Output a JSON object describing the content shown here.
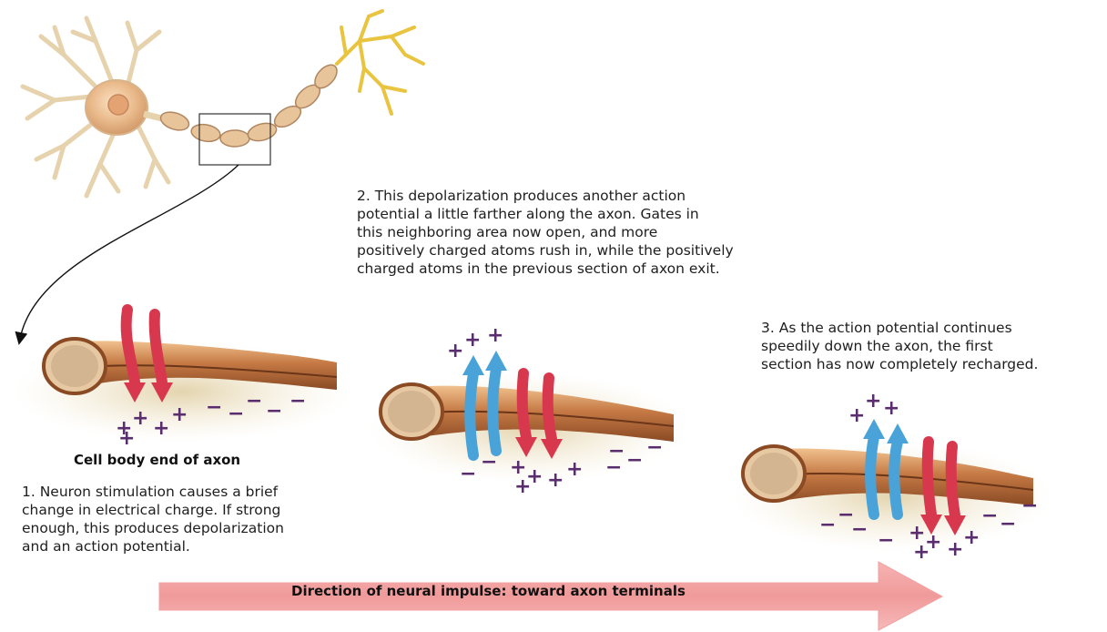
{
  "step1": {
    "label": "Cell body end of axon",
    "text": "1. Neuron stimulation causes a brief\nchange in electrical charge. If strong\nenough, this produces depolarization\nand an action potential."
  },
  "step2": {
    "text": "2. This depolarization produces another action\npotential a little farther along the axon. Gates in\nthis neighboring area now open, and more\npositively charged atoms rush in, while the positively\ncharged atoms in the previous section of axon exit."
  },
  "step3": {
    "text": "3. As the action potential continues\nspeedily down the axon, the first\nsection has now completely recharged."
  },
  "impulse_arrow": {
    "label": "Direction of neural impulse: toward axon terminals"
  },
  "colors": {
    "inflow_arrow": "#d8384e",
    "outflow_arrow": "#4aa3d8",
    "axon": "#c8824a",
    "impulse_arrow": "#f4a3a3",
    "neuron": "#e8d7b4",
    "terminals": "#e8c440",
    "charge_symbol": "#5a2d6e"
  }
}
